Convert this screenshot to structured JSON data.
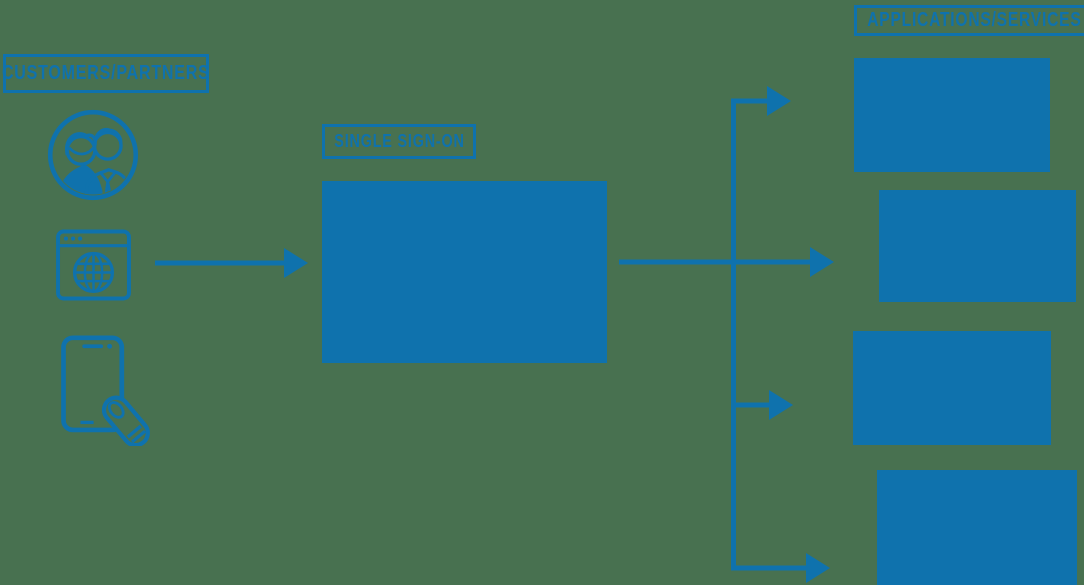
{
  "labels": {
    "customers_partners": "CUSTOMERS/PARTNERS",
    "single_sign_on": "SINGLE SIGN-ON",
    "applications_services": "APPLICATIONS/SERVICES"
  },
  "colors": {
    "background": "#487150",
    "accent_blue": "#0F72AD"
  },
  "icons": {
    "customer_channels": [
      "couple-icon",
      "browser-globe-icon",
      "mobile-tap-icon"
    ]
  },
  "nodes": {
    "sso_box_count": 1,
    "app_box_count": 4
  },
  "connections": [
    {
      "from": "customers-partners",
      "to": "single-sign-on"
    },
    {
      "from": "single-sign-on",
      "to": "app-box-1"
    },
    {
      "from": "single-sign-on",
      "to": "app-box-2"
    },
    {
      "from": "single-sign-on",
      "to": "app-box-3"
    },
    {
      "from": "single-sign-on",
      "to": "app-box-4"
    }
  ]
}
